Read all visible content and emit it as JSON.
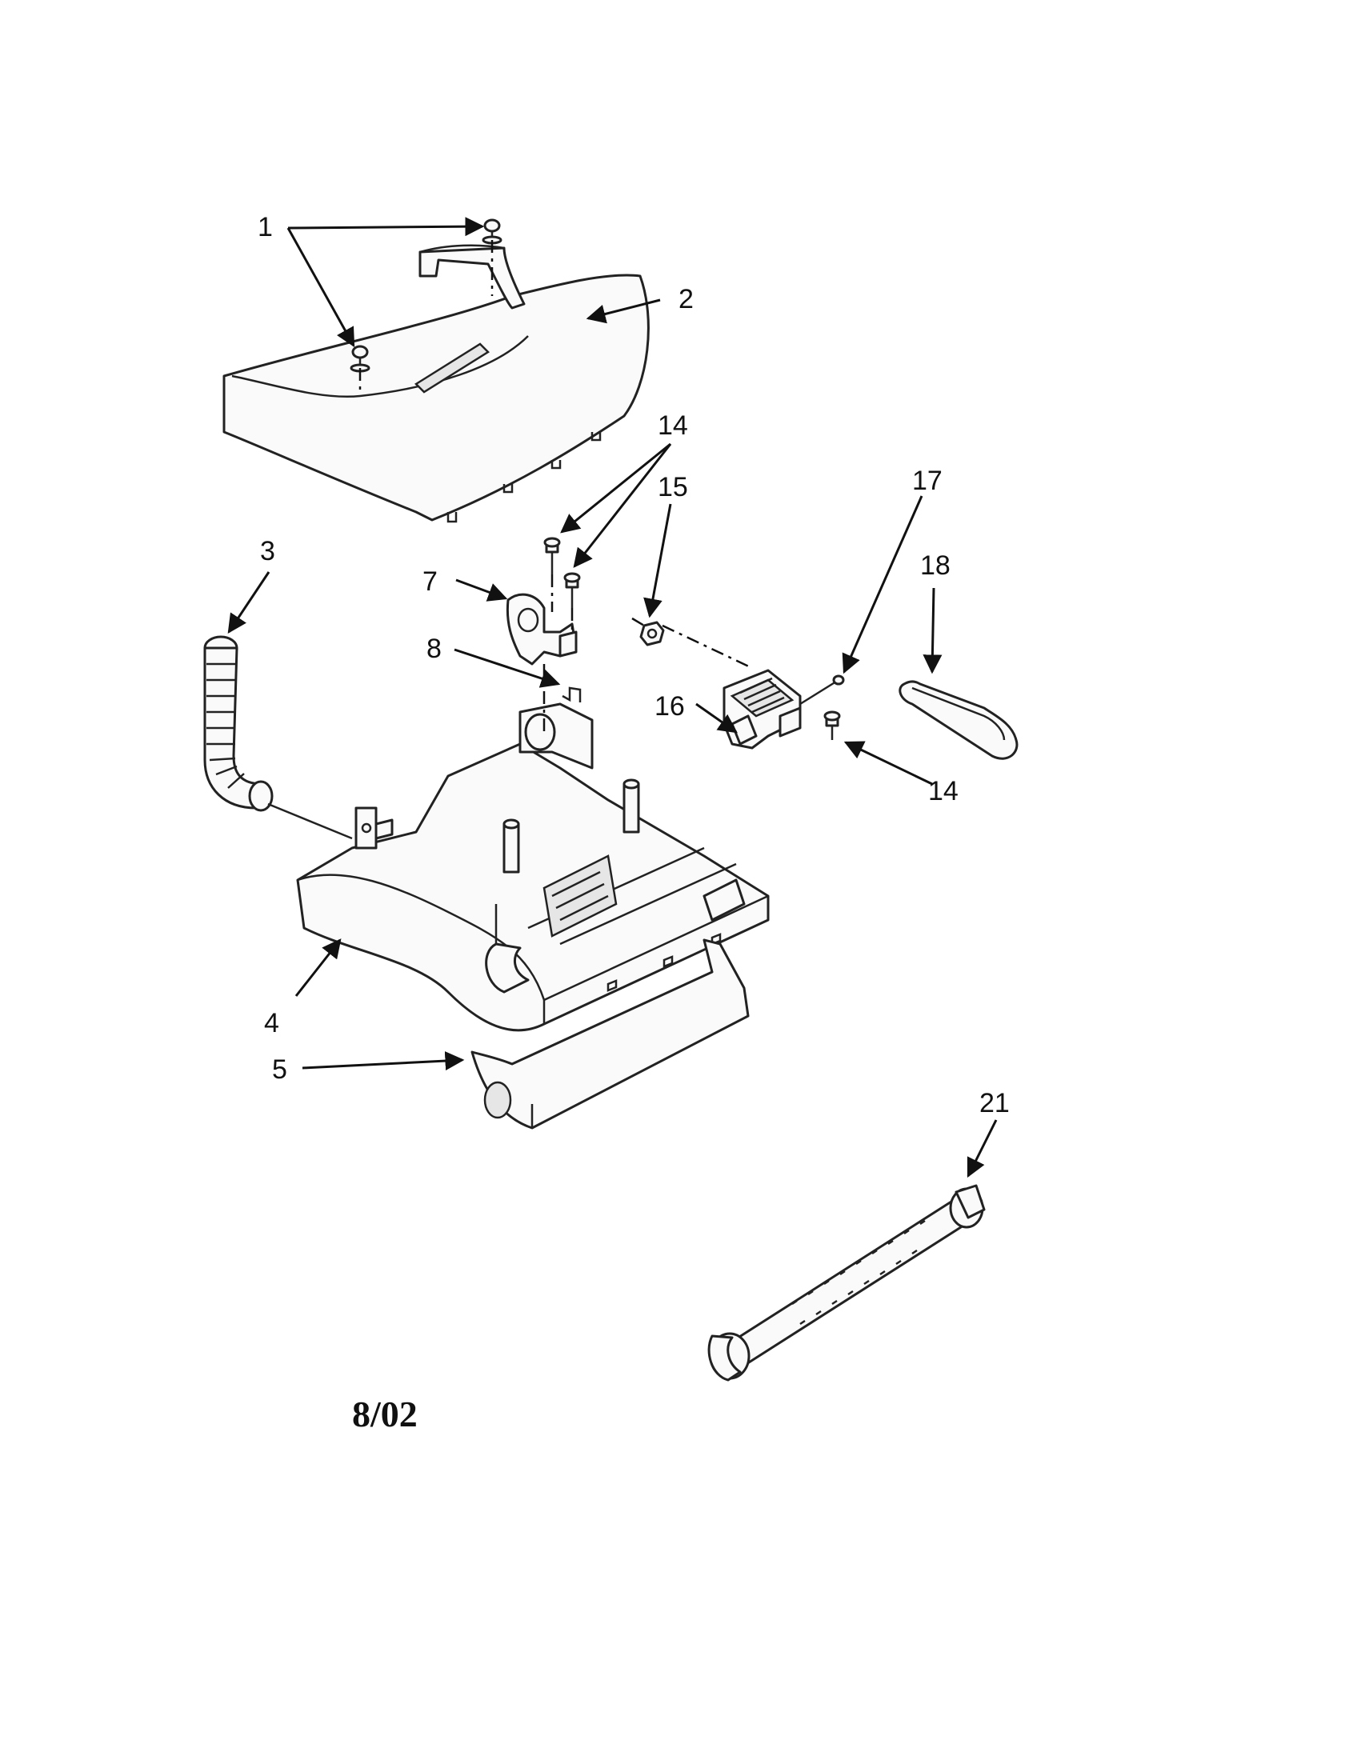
{
  "callouts": {
    "c1": "1",
    "c2": "2",
    "c3": "3",
    "c4": "4",
    "c5": "5",
    "c7": "7",
    "c8": "8",
    "c14a": "14",
    "c14b": "14",
    "c15": "15",
    "c16": "16",
    "c17": "17",
    "c18": "18",
    "c21": "21"
  },
  "footer": {
    "date_code": "8/02"
  }
}
